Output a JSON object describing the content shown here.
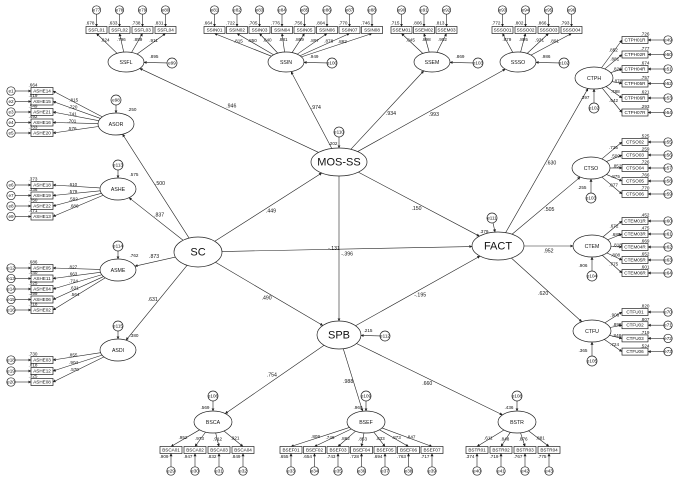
{
  "latent": [
    {
      "id": "SC",
      "label": "SC",
      "r2": ""
    },
    {
      "id": "MOS",
      "label": "MOS-SS",
      "r2": ".202"
    },
    {
      "id": "SPB",
      "label": "SPB",
      "r2": ".215"
    },
    {
      "id": "FACT",
      "label": "FACT",
      "r2": ".379"
    },
    {
      "id": "ASOR",
      "label": "ASOR",
      "r2": ".250"
    },
    {
      "id": "ASHE",
      "label": "ASHE",
      "r2": ".575"
    },
    {
      "id": "ASME",
      "label": "ASME",
      "r2": ".762"
    },
    {
      "id": "ASDI",
      "label": "ASDI",
      "r2": ".380"
    },
    {
      "id": "SSFL",
      "label": "SSFL",
      "r2": ".895"
    },
    {
      "id": "SSIN",
      "label": "SSIN",
      "r2": ".949"
    },
    {
      "id": "SSEM",
      "label": "SSEM",
      "r2": ".869"
    },
    {
      "id": "SSSO",
      "label": "SSSO",
      "r2": ".986"
    },
    {
      "id": "CTPH",
      "label": "CTPH",
      "r2": ".397"
    },
    {
      "id": "CTSO",
      "label": "CTSO",
      "r2": ".255"
    },
    {
      "id": "CTEM",
      "label": "CTEM",
      "r2": ".906"
    },
    {
      "id": "CTFU",
      "label": "CTFU",
      "r2": ".365"
    },
    {
      "id": "BSCA",
      "label": "BSCA",
      "r2": ".569"
    },
    {
      "id": "BSEF",
      "label": "BSEF",
      "r2": ".960"
    },
    {
      "id": "BSTR",
      "label": "BSTR",
      "r2": ".436"
    }
  ],
  "paths": [
    {
      "from": "SC",
      "to": "ASOR",
      "coef": ".500"
    },
    {
      "from": "SC",
      "to": "ASHE",
      "coef": ".837"
    },
    {
      "from": "SC",
      "to": "ASME",
      "coef": ".873"
    },
    {
      "from": "SC",
      "to": "ASDI",
      "coef": ".631"
    },
    {
      "from": "SC",
      "to": "MOS",
      "coef": ".449"
    },
    {
      "from": "SC",
      "to": "FACT",
      "coef": "-.396"
    },
    {
      "from": "SC",
      "to": "SPB",
      "coef": ".490"
    },
    {
      "from": "MOS",
      "to": "SPB",
      "coef": "-.131"
    },
    {
      "from": "MOS",
      "to": "FACT",
      "coef": ".150"
    },
    {
      "from": "SPB",
      "to": "FACT",
      "coef": "-.195"
    },
    {
      "from": "MOS",
      "to": "SSFL",
      "coef": ".946"
    },
    {
      "from": "MOS",
      "to": "SSIN",
      "coef": ".974"
    },
    {
      "from": "MOS",
      "to": "SSEM",
      "coef": ".934"
    },
    {
      "from": "MOS",
      "to": "SSSO",
      "coef": ".993"
    },
    {
      "from": "FACT",
      "to": "CTPH",
      "coef": ".630"
    },
    {
      "from": "FACT",
      "to": "CTSO",
      "coef": ".505"
    },
    {
      "from": "FACT",
      "to": "CTEM",
      "coef": ".952"
    },
    {
      "from": "FACT",
      "to": "CTFU",
      "coef": ".620"
    },
    {
      "from": "SPB",
      "to": "BSCA",
      "coef": ".754"
    },
    {
      "from": "SPB",
      "to": "BSEF",
      "coef": ".988"
    },
    {
      "from": "SPB",
      "to": "BSTR",
      "coef": ".660"
    }
  ],
  "indicators": {
    "ASOR": [
      {
        "label": "ASHE14",
        "r2": ".664",
        "load": ".815",
        "err": "e1"
      },
      {
        "label": "ASHE15",
        "r2": ".519",
        "load": ".720",
        "err": "e2"
      },
      {
        "label": "ASHE21",
        "r2": ".549",
        "load": ".741",
        "err": "e3"
      },
      {
        "label": "ASHE16",
        "r2": ".492",
        "load": ".701",
        "err": "e4"
      },
      {
        "label": "ASHE20",
        "r2": ".333",
        "load": ".576",
        "err": "e5"
      }
    ],
    "ASHE": [
      {
        "label": "ASHE18",
        "r2": ".373",
        "load": ".610",
        "err": "e6"
      },
      {
        "label": "ASHE19",
        "r2": ".336",
        "load": ".579",
        "err": "e7"
      },
      {
        "label": "ASHE22",
        "r2": ".350",
        "load": ".592",
        "err": "e8"
      },
      {
        "label": "ASHE13",
        "r2": ".471",
        "load": ".686",
        "err": "e9"
      }
    ],
    "ASME": [
      {
        "label": "ASHE05",
        "r2": ".686",
        "load": ".827",
        "err": "e12"
      },
      {
        "label": "ASHE11",
        "r2": ".440",
        "load": ".663",
        "err": "e13"
      },
      {
        "label": "ASHE04",
        "r2": ".525",
        "load": ".724",
        "err": "e14"
      },
      {
        "label": "ASHE06",
        "r2": ".399",
        "load": ".631",
        "err": "e15"
      },
      {
        "label": "ASHE02",
        "r2": ".318",
        "load": ".564",
        "err": "e16"
      }
    ],
    "ASDI": [
      {
        "label": "ASHE03",
        "r2": ".730",
        "load": ".855",
        "err": "e18"
      },
      {
        "label": "ASHE12",
        "r2": ".818",
        "load": ".904",
        "err": "e19"
      },
      {
        "label": "ASHE08",
        "r2": ".325",
        "load": ".570",
        "err": "e20"
      }
    ],
    "SSFL": [
      {
        "label": "SSFL01",
        "r2": ".678",
        "load": ".824",
        "err": "e77"
      },
      {
        "label": "SSFL02",
        "r2": ".633",
        "load": ".796",
        "err": "e78"
      },
      {
        "label": "SSFL03",
        "r2": ".738",
        "load": ".859",
        "err": "e79"
      },
      {
        "label": "SSFL04",
        "r2": ".831",
        "load": ".911",
        "err": "e80"
      }
    ],
    "SSIN": [
      {
        "label": "SSIN01",
        "r2": ".664",
        "load": ".815",
        "err": "e81"
      },
      {
        "label": "SSIN02",
        "r2": ".722",
        "load": ".850",
        "err": "e82"
      },
      {
        "label": "SSIN03",
        "r2": ".705",
        "load": ".840",
        "err": "e83"
      },
      {
        "label": "SSIN04",
        "r2": ".776",
        "load": ".881",
        "err": "e84"
      },
      {
        "label": "SSIN05",
        "r2": ".756",
        "load": ".869",
        "err": "e85"
      },
      {
        "label": "SSIN06",
        "r2": ".804",
        "load": ".897",
        "err": "e86"
      },
      {
        "label": "SSIN07",
        "r2": ".770",
        "load": ".878",
        "err": "e87"
      },
      {
        "label": "SSIN08",
        "r2": ".746",
        "load": ".863",
        "err": "e88"
      }
    ],
    "SSEM": [
      {
        "label": "SSEM01",
        "r2": ".715",
        "load": ".845",
        "err": "e90"
      },
      {
        "label": "SSEM02",
        "r2": ".806",
        "load": ".898",
        "err": "e91"
      },
      {
        "label": "SSEM03",
        "r2": ".813",
        "load": ".902",
        "err": "e92"
      }
    ],
    "SSSO": [
      {
        "label": "SSSO01",
        "r2": ".772",
        "load": ".879",
        "err": "e93"
      },
      {
        "label": "SSSO02",
        "r2": ".802",
        "load": ".895",
        "err": "e94"
      },
      {
        "label": "SSSO03",
        "r2": ".866",
        "load": ".931",
        "err": "e95"
      },
      {
        "label": "SSSO04",
        "r2": ".793",
        "load": ".891",
        "err": "e96"
      }
    ],
    "CTPH": [
      {
        "label": "CTPH01R",
        "r2": ".726",
        "load": ".852",
        "err": "e49"
      },
      {
        "label": "CTPH02R",
        "r2": ".777",
        "load": ".881",
        "err": "e50"
      },
      {
        "label": "CTPH04R",
        "r2": ".674",
        "load": ".821",
        "err": "e51"
      },
      {
        "label": "CTPH05R",
        "r2": ".757",
        "load": ".870",
        "err": "e52"
      },
      {
        "label": "CTPH06R",
        "r2": ".621",
        "load": ".788",
        "err": "e53"
      },
      {
        "label": "CTPH07R",
        "r2": ".293",
        "load": ".542",
        "err": "e54"
      }
    ],
    "CTSO": [
      {
        "label": "CTSO02",
        "r2": ".525",
        "load": ".725",
        "err": "e55"
      },
      {
        "label": "CTSO03",
        "r2": ".259",
        "load": ".509",
        "err": "e56"
      },
      {
        "label": "CTSO04",
        "r2": ".726",
        "load": ".852",
        "err": "e57"
      },
      {
        "label": "CTSO05",
        "r2": ".766",
        "load": ".875",
        "err": "e58"
      },
      {
        "label": "CTSO06",
        "r2": ".770",
        "load": ".877",
        "err": "e59"
      }
    ],
    "CTEM": [
      {
        "label": "CTEM01R",
        "r2": ".452",
        "load": ".672",
        "err": "e60"
      },
      {
        "label": "CTEM03R",
        "r2": ".475",
        "load": ".689",
        "err": "e61"
      },
      {
        "label": "CTEM04R",
        "r2": ".669",
        "load": ".818",
        "err": "e62"
      },
      {
        "label": "CTEM05R",
        "r2": ".652",
        "load": ".808",
        "err": "e63"
      },
      {
        "label": "CTEM06R",
        "r2": ".601",
        "load": ".775",
        "err": "e64"
      }
    ],
    "CTFU": [
      {
        "label": "CTFU01",
        "r2": ".820",
        "load": ".906",
        "err": "e70"
      },
      {
        "label": "CTFU02",
        "r2": ".807",
        "load": ".898",
        "err": "e71"
      },
      {
        "label": "CTFU03",
        "r2": ".719",
        "load": ".848",
        "err": "e72"
      },
      {
        "label": "CTFU06",
        "r2": ".524",
        "load": ".724",
        "err": "e73"
      }
    ],
    "BSCA": [
      {
        "label": "BSCA01",
        "r2": ".909",
        "load": ".952",
        "err": "e29"
      },
      {
        "label": "BSCA02",
        "r2": ".947",
        "load": ".973",
        "err": "e30"
      },
      {
        "label": "BSCA03",
        "r2": ".832",
        "load": ".912",
        "err": "e31"
      },
      {
        "label": "BSCA04",
        "r2": ".849",
        "load": ".921",
        "err": "e32"
      }
    ],
    "BSEF": [
      {
        "label": "BSEF01",
        "r2": ".655",
        "load": ".809",
        "err": "e33"
      },
      {
        "label": "BSEF02",
        "r2": ".654",
        "load": ".746",
        "err": "e34"
      },
      {
        "label": "BSEF03",
        "r2": ".743",
        "load": ".862",
        "err": "e35"
      },
      {
        "label": "BSEF04",
        "r2": ".728",
        "load": ".853",
        "err": "e36"
      },
      {
        "label": "BSEF05",
        "r2": ".694",
        "load": ".833",
        "err": "e37"
      },
      {
        "label": "BSEF06",
        "r2": ".763",
        "load": ".873",
        "err": "e38"
      },
      {
        "label": "BSEF07",
        "r2": ".717",
        "load": ".847",
        "err": "e39"
      }
    ],
    "BSTR": [
      {
        "label": "BSTR01",
        "r2": ".374",
        "load": ".611",
        "err": "e40"
      },
      {
        "label": "BSTR02",
        "r2": ".719",
        "load": ".848",
        "err": "e41"
      },
      {
        "label": "BSTR03",
        "r2": ".767",
        "load": ".876",
        "err": "e42"
      },
      {
        "label": "BSTR04",
        "r2": ".775",
        "load": ".881",
        "err": "e43"
      }
    ]
  },
  "latent_errors": {
    "MOS": "e110",
    "SPB": "e112",
    "FACT": "e111",
    "ASOR": "e98",
    "ASHE": "e113",
    "ASME": "e114",
    "ASDI": "e115",
    "SSFL": "e99",
    "SSIN": "e100",
    "SSEM": "e103",
    "SSSO": "e102",
    "CTPH": "e102",
    "CTSO": "e103",
    "CTEM": "e104",
    "CTFU": "e105",
    "BSCA": "e106",
    "BSEF": "e109",
    "BSTR": "e108"
  }
}
